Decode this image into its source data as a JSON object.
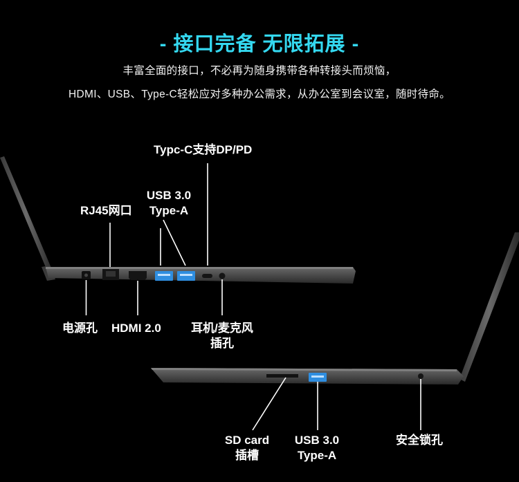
{
  "header": {
    "title": "- 接口完备 无限拓展 -",
    "line1": "丰富全面的接口，不必再为随身携带各种转接头而烦恼，",
    "line2": "HDMI、USB、Type-C轻松应对多种办公需求，从办公室到会议室，随时待命。"
  },
  "labels": {
    "typec": "Typc-C支持DP/PD",
    "usb_top_1": "USB 3.0",
    "usb_top_2": "Type-A",
    "rj45": "RJ45网口",
    "power": "电源孔",
    "hdmi": "HDMI 2.0",
    "audio_1": "耳机/麦克风",
    "audio_2": "插孔",
    "sd_1": "SD card",
    "sd_2": "插槽",
    "usb_bottom_1": "USB 3.0",
    "usb_bottom_2": "Type-A",
    "lock": "安全锁孔"
  },
  "colors": {
    "accent": "#34d8f0",
    "usb_port": "#2f8ee0",
    "chassis": "#5a5a5a",
    "leader_line": "#ffffff"
  }
}
